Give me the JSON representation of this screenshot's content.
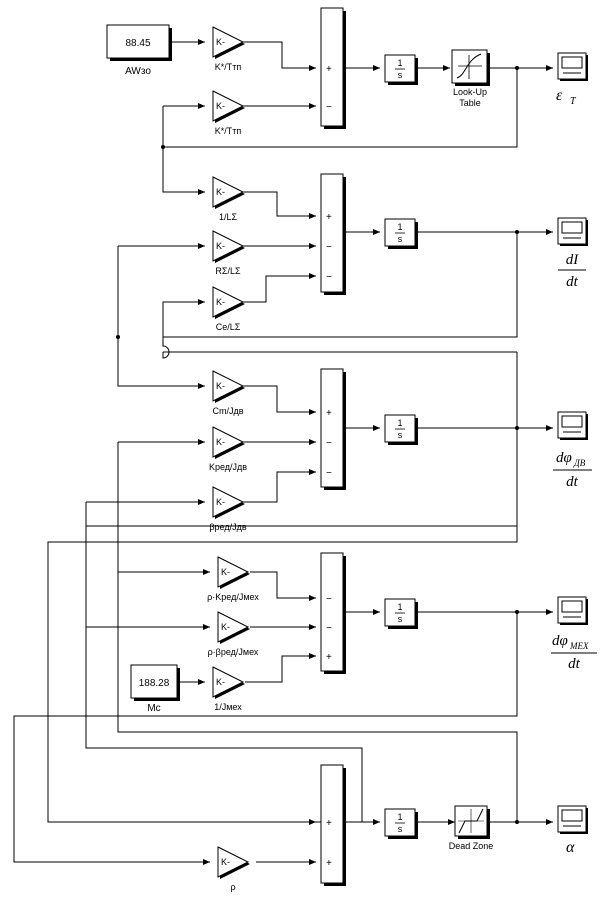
{
  "constants": {
    "aw_zo": {
      "value": "88.45",
      "label": "AWзо"
    },
    "m_c": {
      "value": "188.28",
      "label": "Mс"
    }
  },
  "gains": {
    "gain_text": "K-",
    "g1": "K*/Tтп",
    "g2": "K*/Tтп",
    "g3": "1/LΣ",
    "g4": "RΣ/LΣ",
    "g5": "Cе/LΣ",
    "g6": "Cm/Jдв",
    "g7": "Kред/Jдв",
    "g8": "βред/Jдв",
    "g9": "ρ·Kред/Jмех",
    "g10": "ρ·βред/Jмех",
    "g11": "1/Jмех",
    "g12": "ρ"
  },
  "integrator": {
    "num": "1",
    "den": "s"
  },
  "lookup": {
    "line1": "Look-Up",
    "line2": "Table"
  },
  "deadzone": {
    "label": "Dead Zone"
  },
  "signs": {
    "plus": "+",
    "minus": "−"
  },
  "scopes": {
    "s1": {
      "main": "ε",
      "sub": "T"
    },
    "s2": {
      "num": "dI",
      "den": "dt"
    },
    "s3": {
      "num": "dφ",
      "num_sub": "ДВ",
      "den": "dt"
    },
    "s4": {
      "num": "dφ",
      "num_sub": "МЕХ",
      "den": "dt"
    },
    "s5": {
      "main": "α"
    }
  }
}
